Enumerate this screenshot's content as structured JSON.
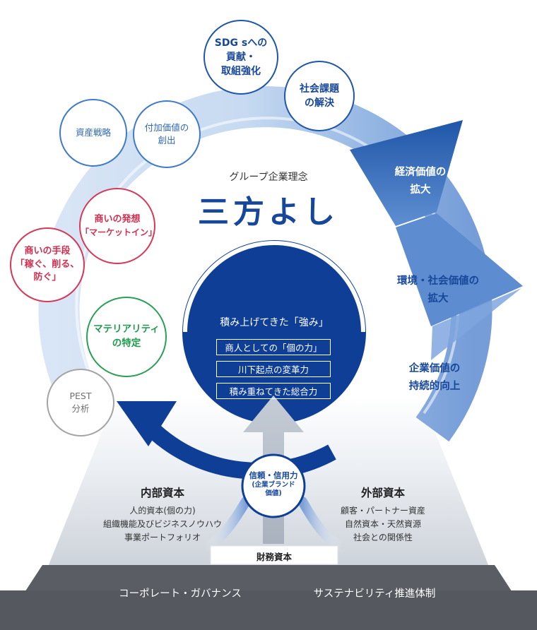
{
  "philosophy": {
    "subtitle": "グループ企業理念",
    "title": "三方よし"
  },
  "circles": {
    "sdgs": [
      "SDG sへの",
      "貢献・",
      "取組強化"
    ],
    "social_issues": [
      "社会課題",
      "の解決"
    ],
    "added_value": [
      "付加価値の",
      "創出"
    ],
    "asset_strategy": [
      "資産戦略"
    ],
    "business_idea": [
      "商いの発想",
      "「マーケットイン」"
    ],
    "business_means": [
      "商いの手段",
      "「稼ぐ、削る、",
      "防ぐ」"
    ],
    "materiality": [
      "マテリアリティ",
      "の特定"
    ],
    "pest": [
      "PEST",
      "分析"
    ]
  },
  "arrow_labels": {
    "economic": [
      "経済価値の",
      "拡大"
    ],
    "environmental": [
      "環境・社会価値の",
      "拡大"
    ],
    "corporate": [
      "企業価値の",
      "持続的向上"
    ]
  },
  "strengths": {
    "title": "積み上げてきた「強み」",
    "items": [
      "商人としての「個の力」",
      "川下起点の変革力",
      "積み重ねてきた総合力"
    ]
  },
  "trust": [
    "信頼・信用力",
    "(企業ブランド",
    "価値)"
  ],
  "internal_capital": {
    "title": "内部資本",
    "items": [
      "人的資本(個の力)",
      "組織機能及びビジネスノウハウ",
      "事業ポートフォリオ"
    ]
  },
  "external_capital": {
    "title": "外部資本",
    "items": [
      "顧客・パートナー資産",
      "自然資本・天然資源",
      "社会との関係性"
    ]
  },
  "financial_capital": "財務資本",
  "foundation": {
    "governance": "コーポレート・ガバナンス",
    "sustainability": "サステナビリティ推進体制"
  },
  "colors": {
    "navy": "#0f3e96",
    "blue_gradient_start": "#dce9f7",
    "blue_gradient_end": "#1f56a8",
    "red": "#d12e4f",
    "green": "#1f9a4d",
    "gray_base": "#5a5d63"
  }
}
